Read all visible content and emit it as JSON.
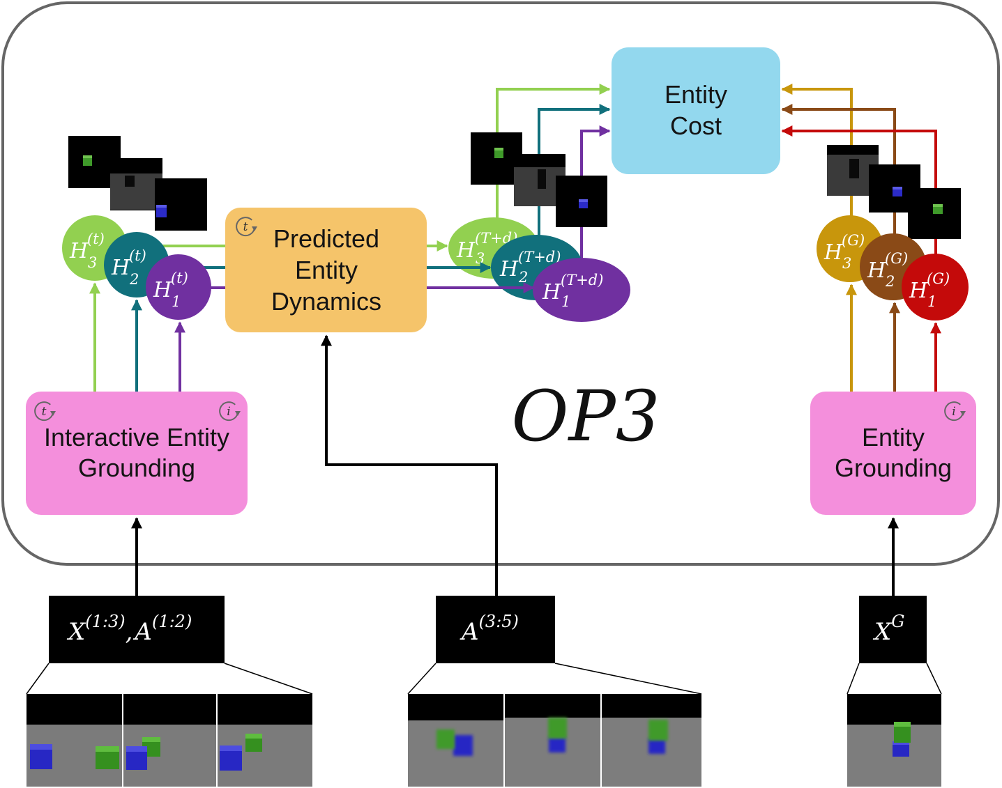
{
  "model_name": "OP3",
  "colors": {
    "entity_1": "#7030a0",
    "entity_2": "#11707c",
    "entity_3": "#92d050",
    "goal_1": "#c40a0a",
    "goal_2": "#8a4a17",
    "goal_3": "#c8960c",
    "grounding_box": "#f48fdc",
    "dynamics_box": "#f5c46a",
    "cost_box": "#93d8ee",
    "frame": "#666666"
  },
  "icons": {
    "loop": "circular-arrow-icon"
  },
  "modules": {
    "interactive_grounding": {
      "lines": [
        "Interactive Entity",
        "Grounding"
      ],
      "loop_left": "t",
      "loop_right": "i"
    },
    "dynamics": {
      "lines": [
        "Predicted",
        "Entity",
        "Dynamics"
      ],
      "loop": "t"
    },
    "cost": {
      "lines": [
        "Entity",
        "Cost"
      ]
    },
    "goal_grounding": {
      "lines": [
        "Entity",
        "Grounding"
      ],
      "loop": "i"
    }
  },
  "latents": {
    "current": [
      {
        "base": "H",
        "sub": "3",
        "sup": "(t)"
      },
      {
        "base": "H",
        "sub": "2",
        "sup": "(t)"
      },
      {
        "base": "H",
        "sub": "1",
        "sup": "(t)"
      }
    ],
    "predicted": [
      {
        "base": "H",
        "sub": "3",
        "sup": "(T+d)"
      },
      {
        "base": "H",
        "sub": "2",
        "sup": "(T+d)"
      },
      {
        "base": "H",
        "sub": "1",
        "sup": "(T+d)"
      }
    ],
    "goal": [
      {
        "base": "H",
        "sub": "3",
        "sup": "(G)"
      },
      {
        "base": "H",
        "sub": "2",
        "sup": "(G)"
      },
      {
        "base": "H",
        "sub": "1",
        "sup": "(G)"
      }
    ]
  },
  "inputs": {
    "observations_actions": {
      "x": "X",
      "x_sup": "(1:3)",
      "sep": ",",
      "a": "A",
      "a_sup": "(1:2)"
    },
    "future_actions": {
      "a": "A",
      "a_sup": "(3:5)"
    },
    "goal_image": {
      "x": "X",
      "x_sup": "G"
    }
  }
}
